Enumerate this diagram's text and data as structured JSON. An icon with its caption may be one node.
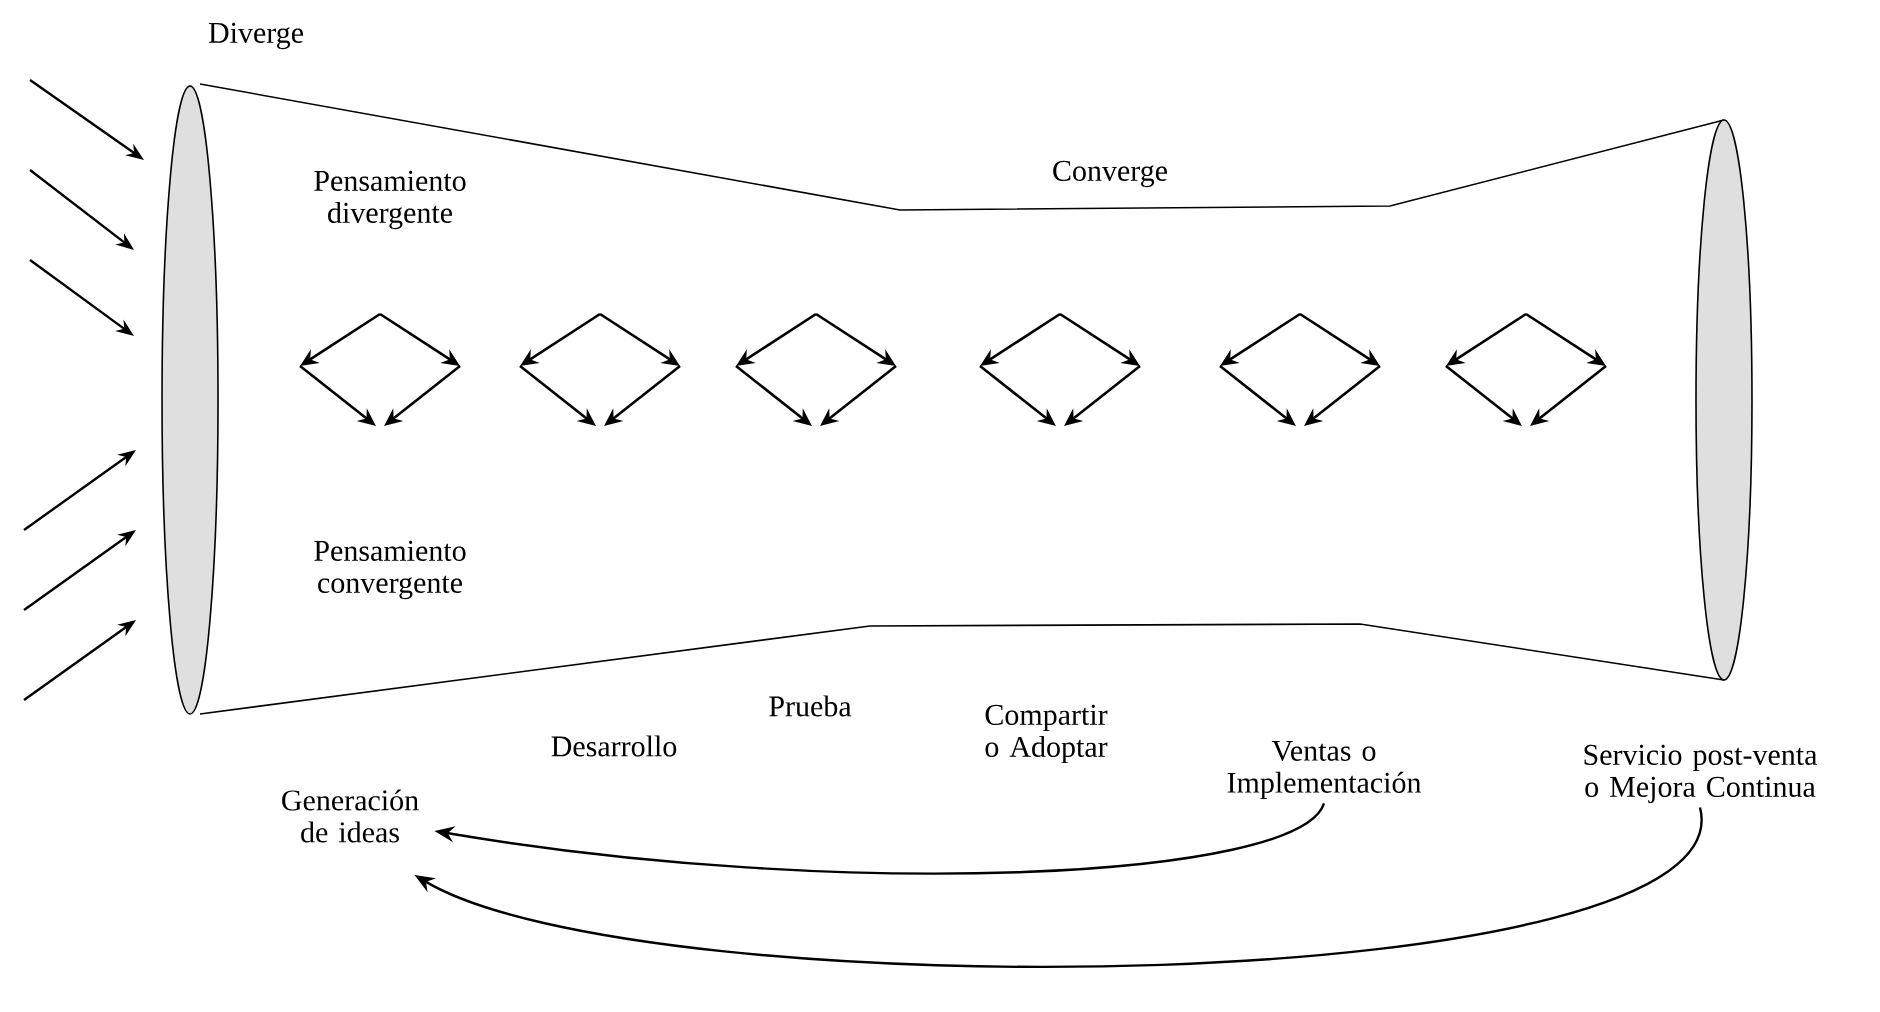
{
  "diagram": {
    "nodes": [
      {
        "text": [
          "Generación de ideas"
        ]
      },
      {
        "text": [
          "Desarrollo"
        ]
      },
      {
        "text": [
          "Prueba"
        ]
      },
      {
        "text": [
          "Compartir o Adoptar"
        ]
      },
      {
        "text": [
          "Ventas o Implementación"
        ]
      },
      {
        "text": [
          "Servicio post-venta o Mejora Continua"
        ]
      }
    ],
    "edges": [
      {
        "from": 4,
        "to": 0,
        "arrow": "to"
      },
      {
        "from": 5,
        "to": 0,
        "arrow": "to"
      }
    ],
    "labels": [
      "Diverge",
      "Pensamiento divergente",
      "Converge",
      "Pensamiento convergente"
    ]
  }
}
